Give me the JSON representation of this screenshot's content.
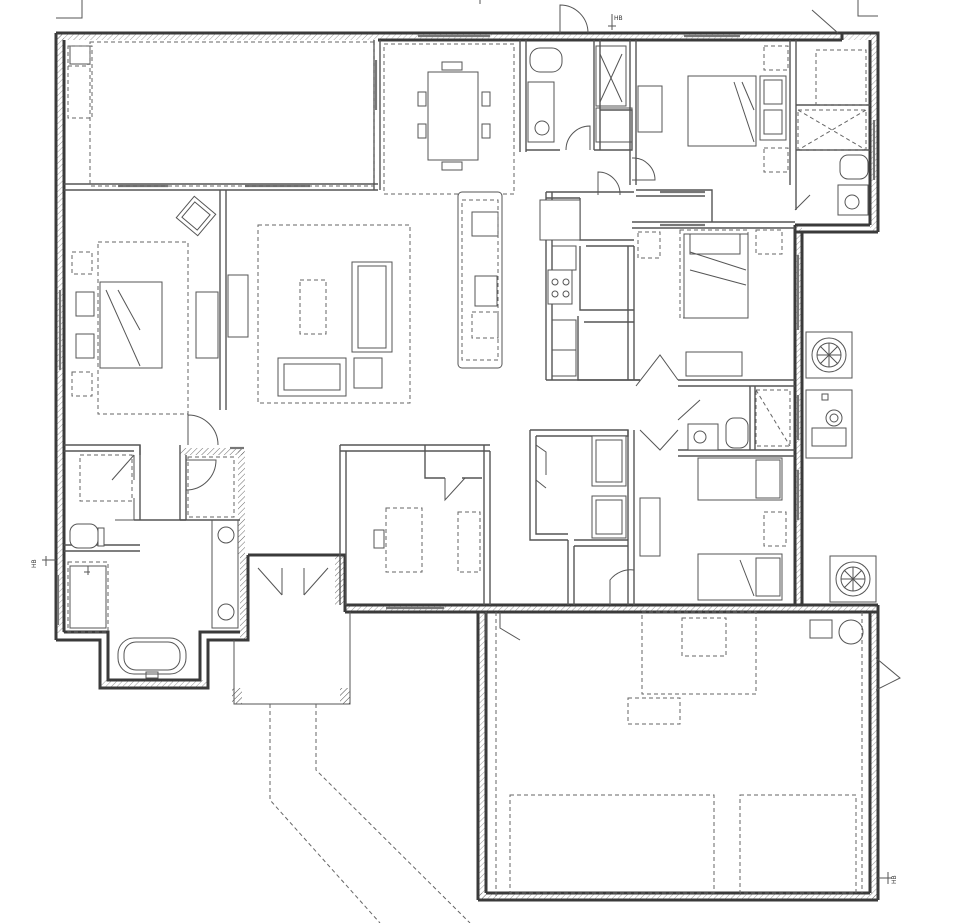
{
  "plan": {
    "hose_bib_labels": [
      "HB",
      "HB",
      "HB"
    ]
  }
}
